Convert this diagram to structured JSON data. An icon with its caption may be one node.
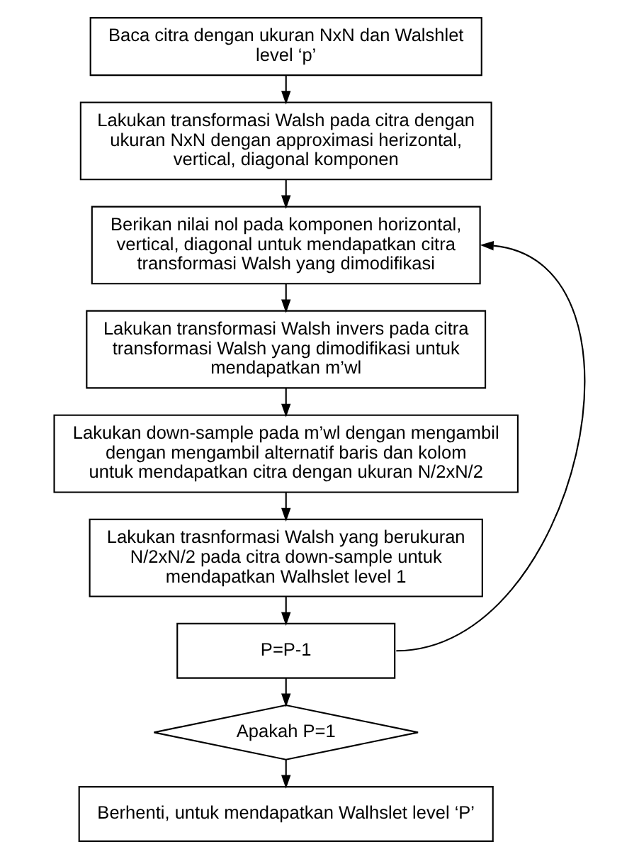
{
  "diagram": {
    "nodes": [
      {
        "text": [
          "Baca citra dengan ukuran NxN dan Walshlet level ‘p’"
        ]
      },
      {
        "text": [
          "Lakukan transformasi Walsh pada citra dengan ukuran NxN dengan approximasi herizontal, vertical, diagonal komponen"
        ]
      },
      {
        "text": [
          "Berikan nilai nol pada komponen horizontal, vertical, diagonal untuk mendapatkan citra transformasi Walsh yang dimodifikasi"
        ]
      },
      {
        "text": [
          "Lakukan transformasi Walsh invers pada citra transformasi Walsh yang dimodifikasi untuk mendapatkan m’wl"
        ]
      },
      {
        "text": [
          "Lakukan down-sample pada m’wl dengan mengambil dengan mengambil alternatif baris dan kolom untuk mendapatkan citra dengan ukuran N/2xN/2"
        ]
      },
      {
        "text": [
          "Lakukan trasnformasi Walsh yang berukuran N/2xN/2 pada citra down-sample untuk mendapatkan Walhslet level 1"
        ]
      },
      {
        "text": [
          "P=P-1"
        ]
      },
      {
        "text": [
          "Apakah P=1"
        ]
      },
      {
        "text": [
          "Berhenti, untuk mendapatkan Walhslet level ‘P’"
        ]
      }
    ],
    "edges": [
      {
        "from": 0,
        "to": 1,
        "arrow": "to"
      },
      {
        "from": 1,
        "to": 2,
        "arrow": "to"
      },
      {
        "from": 2,
        "to": 3,
        "arrow": "to"
      },
      {
        "from": 3,
        "to": 4,
        "arrow": "to"
      },
      {
        "from": 4,
        "to": 5,
        "arrow": "to"
      },
      {
        "from": 5,
        "to": 6,
        "arrow": "to"
      },
      {
        "from": 6,
        "to": 7,
        "arrow": "to"
      },
      {
        "from": 7,
        "to": 8,
        "arrow": "to"
      },
      {
        "from": 6,
        "to": 2,
        "arrow": "to"
      }
    ]
  }
}
